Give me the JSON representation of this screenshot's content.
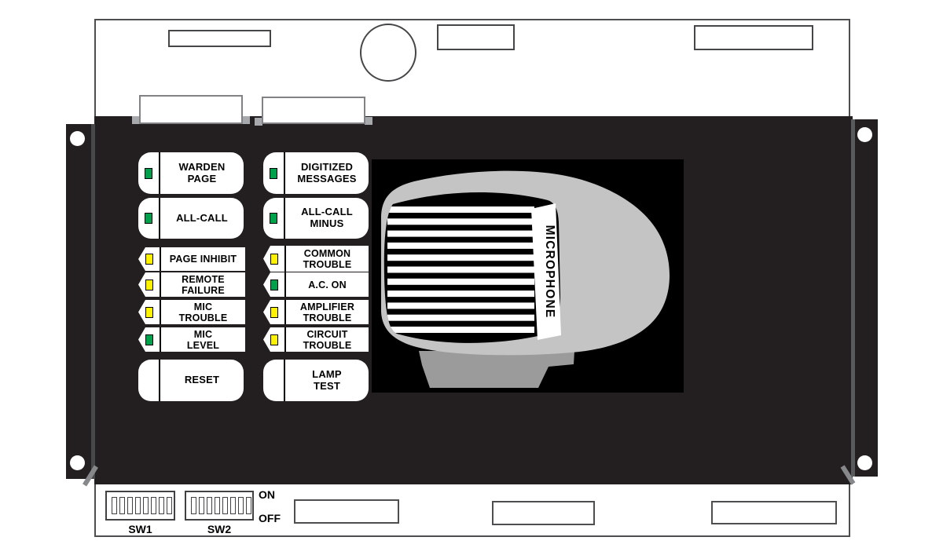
{
  "buttons": {
    "left": [
      {
        "label": "WARDEN\nPAGE",
        "led": "green"
      },
      {
        "label": "ALL-CALL",
        "led": "green"
      },
      {
        "label": "PAGE INHIBIT",
        "led": "yellow"
      },
      {
        "label": "REMOTE\nFAILURE",
        "led": "yellow"
      },
      {
        "label": "MIC\nTROUBLE",
        "led": "yellow"
      },
      {
        "label": "MIC\nLEVEL",
        "led": "green"
      },
      {
        "label": "RESET",
        "led": "none"
      }
    ],
    "right": [
      {
        "label": "DIGITIZED\nMESSAGES",
        "led": "green"
      },
      {
        "label": "ALL-CALL\nMINUS",
        "led": "green"
      },
      {
        "label": "COMMON\nTROUBLE",
        "led": "yellow"
      },
      {
        "label": "A.C. ON",
        "led": "green"
      },
      {
        "label": "AMPLIFIER\nTROUBLE",
        "led": "yellow"
      },
      {
        "label": "CIRCUIT\nTROUBLE",
        "led": "yellow"
      },
      {
        "label": "LAMP\nTEST",
        "led": "none"
      }
    ]
  },
  "microphone": {
    "label": "MICROPHONE"
  },
  "dip_switches": {
    "sw1_label": "SW1",
    "sw2_label": "SW2",
    "on_label": "ON",
    "off_label": "OFF",
    "switch_count": 8
  },
  "colors": {
    "led_green": "#00A14B",
    "led_yellow": "#FFF200",
    "panel_black": "#231F20",
    "mic_body_gray": "#C4C4C4",
    "mic_base_gray": "#9B9B9B"
  }
}
